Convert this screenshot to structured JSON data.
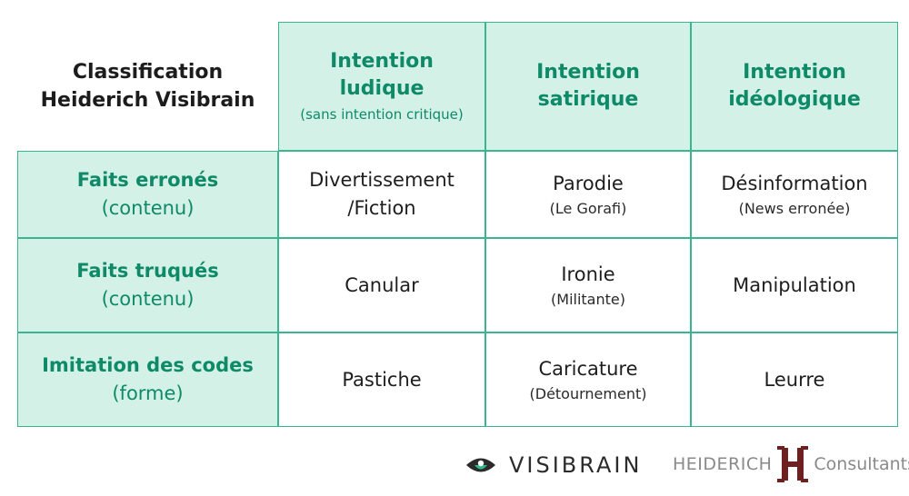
{
  "table": {
    "corner": {
      "line1": "Classification",
      "line2": "Heiderich Visibrain"
    },
    "columns": [
      {
        "title": [
          "Intention",
          "ludique"
        ],
        "subtitle": "(sans intention critique)"
      },
      {
        "title": [
          "Intention",
          "satirique"
        ],
        "subtitle": ""
      },
      {
        "title": [
          "Intention",
          "idéologique"
        ],
        "subtitle": ""
      }
    ],
    "rows": [
      {
        "header": {
          "title": "Faits erronés",
          "subtitle": "(contenu)"
        },
        "cells": [
          {
            "main": [
              "Divertissement",
              "/Fiction"
            ],
            "sub": ""
          },
          {
            "main": [
              "Parodie"
            ],
            "sub": "(Le Gorafi)"
          },
          {
            "main": [
              "Désinformation"
            ],
            "sub": "(News erronée)"
          }
        ]
      },
      {
        "header": {
          "title": "Faits truqués",
          "subtitle": "(contenu)"
        },
        "cells": [
          {
            "main": [
              "Canular"
            ],
            "sub": ""
          },
          {
            "main": [
              "Ironie"
            ],
            "sub": "(Militante)"
          },
          {
            "main": [
              "Manipulation"
            ],
            "sub": ""
          }
        ]
      },
      {
        "header": {
          "title": "Imitation des codes",
          "subtitle": "(forme)"
        },
        "cells": [
          {
            "main": [
              "Pastiche"
            ],
            "sub": ""
          },
          {
            "main": [
              "Caricature"
            ],
            "sub": "(Détournement)"
          },
          {
            "main": [
              "Leurre"
            ],
            "sub": ""
          }
        ]
      }
    ]
  },
  "footer": {
    "visibrain_label": "VISIBRAIN",
    "heiderich_label": "HEIDERICH",
    "consultants_label": "Consultants"
  },
  "colors": {
    "accent": "#0f8a68",
    "header_fill": "#d3f1e7",
    "border": "#3bb58f",
    "logo_dark_red": "#6e1f1f"
  }
}
